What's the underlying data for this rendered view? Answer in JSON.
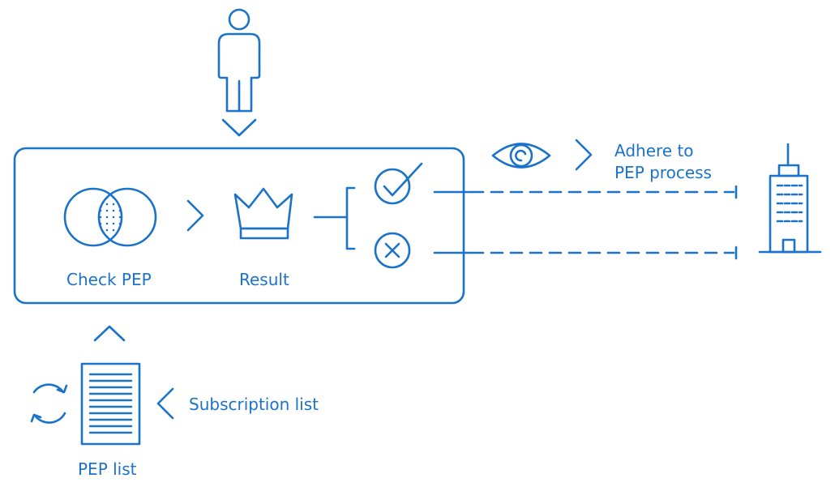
{
  "colors": {
    "stroke": "#1a73c9",
    "background": "#ffffff"
  },
  "labels": {
    "check_pep": "Check PEP",
    "result": "Result",
    "adhere_line1": "Adhere to",
    "adhere_line2": "PEP process",
    "subscription_list": "Subscription list",
    "pep_list": "PEP list"
  },
  "icons": [
    "person-icon",
    "venn-icon",
    "crown-icon",
    "check-circle-icon",
    "cross-circle-icon",
    "eye-icon",
    "building-icon",
    "document-icon",
    "refresh-icon"
  ]
}
